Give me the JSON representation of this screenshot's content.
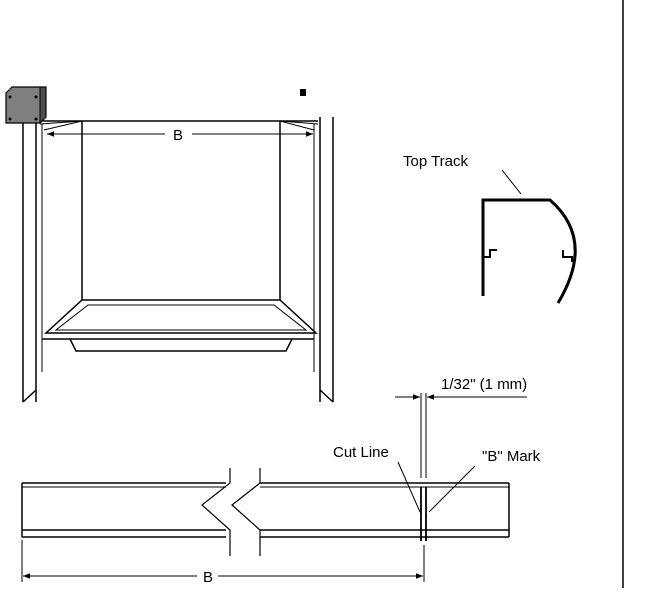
{
  "labels": {
    "dim_b_top": "B",
    "top_track": "Top Track",
    "gap": "1/32\" (1 mm)",
    "cut_line": "Cut Line",
    "b_mark": "\"B\" Mark",
    "dim_b_bottom": "B"
  }
}
